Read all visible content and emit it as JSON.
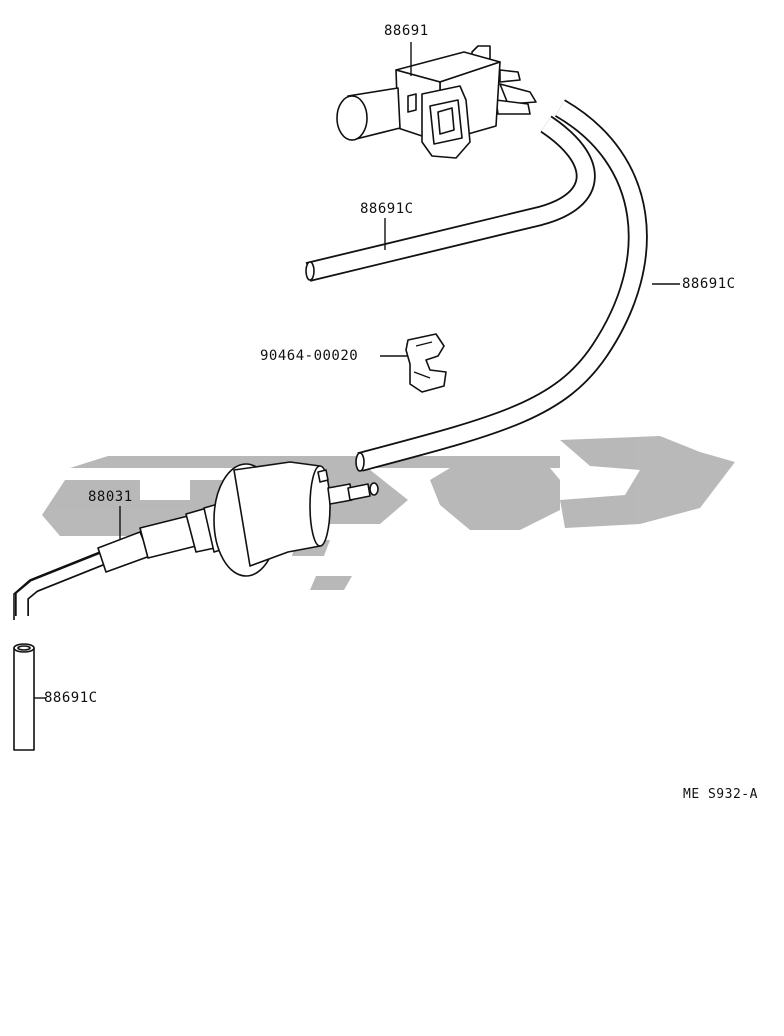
{
  "parts": {
    "solenoid_valve": "88691",
    "hose_upper": "88691C",
    "hose_long": "88691C",
    "clamp": "90464-00020",
    "filter_assembly": "88031",
    "hose_lower": "88691C"
  },
  "diagram_code": "ME S932-A",
  "watermark_text": "شيفي",
  "colors": {
    "line": "#111111",
    "watermark": "#b5b5b5",
    "background": "#ffffff"
  }
}
